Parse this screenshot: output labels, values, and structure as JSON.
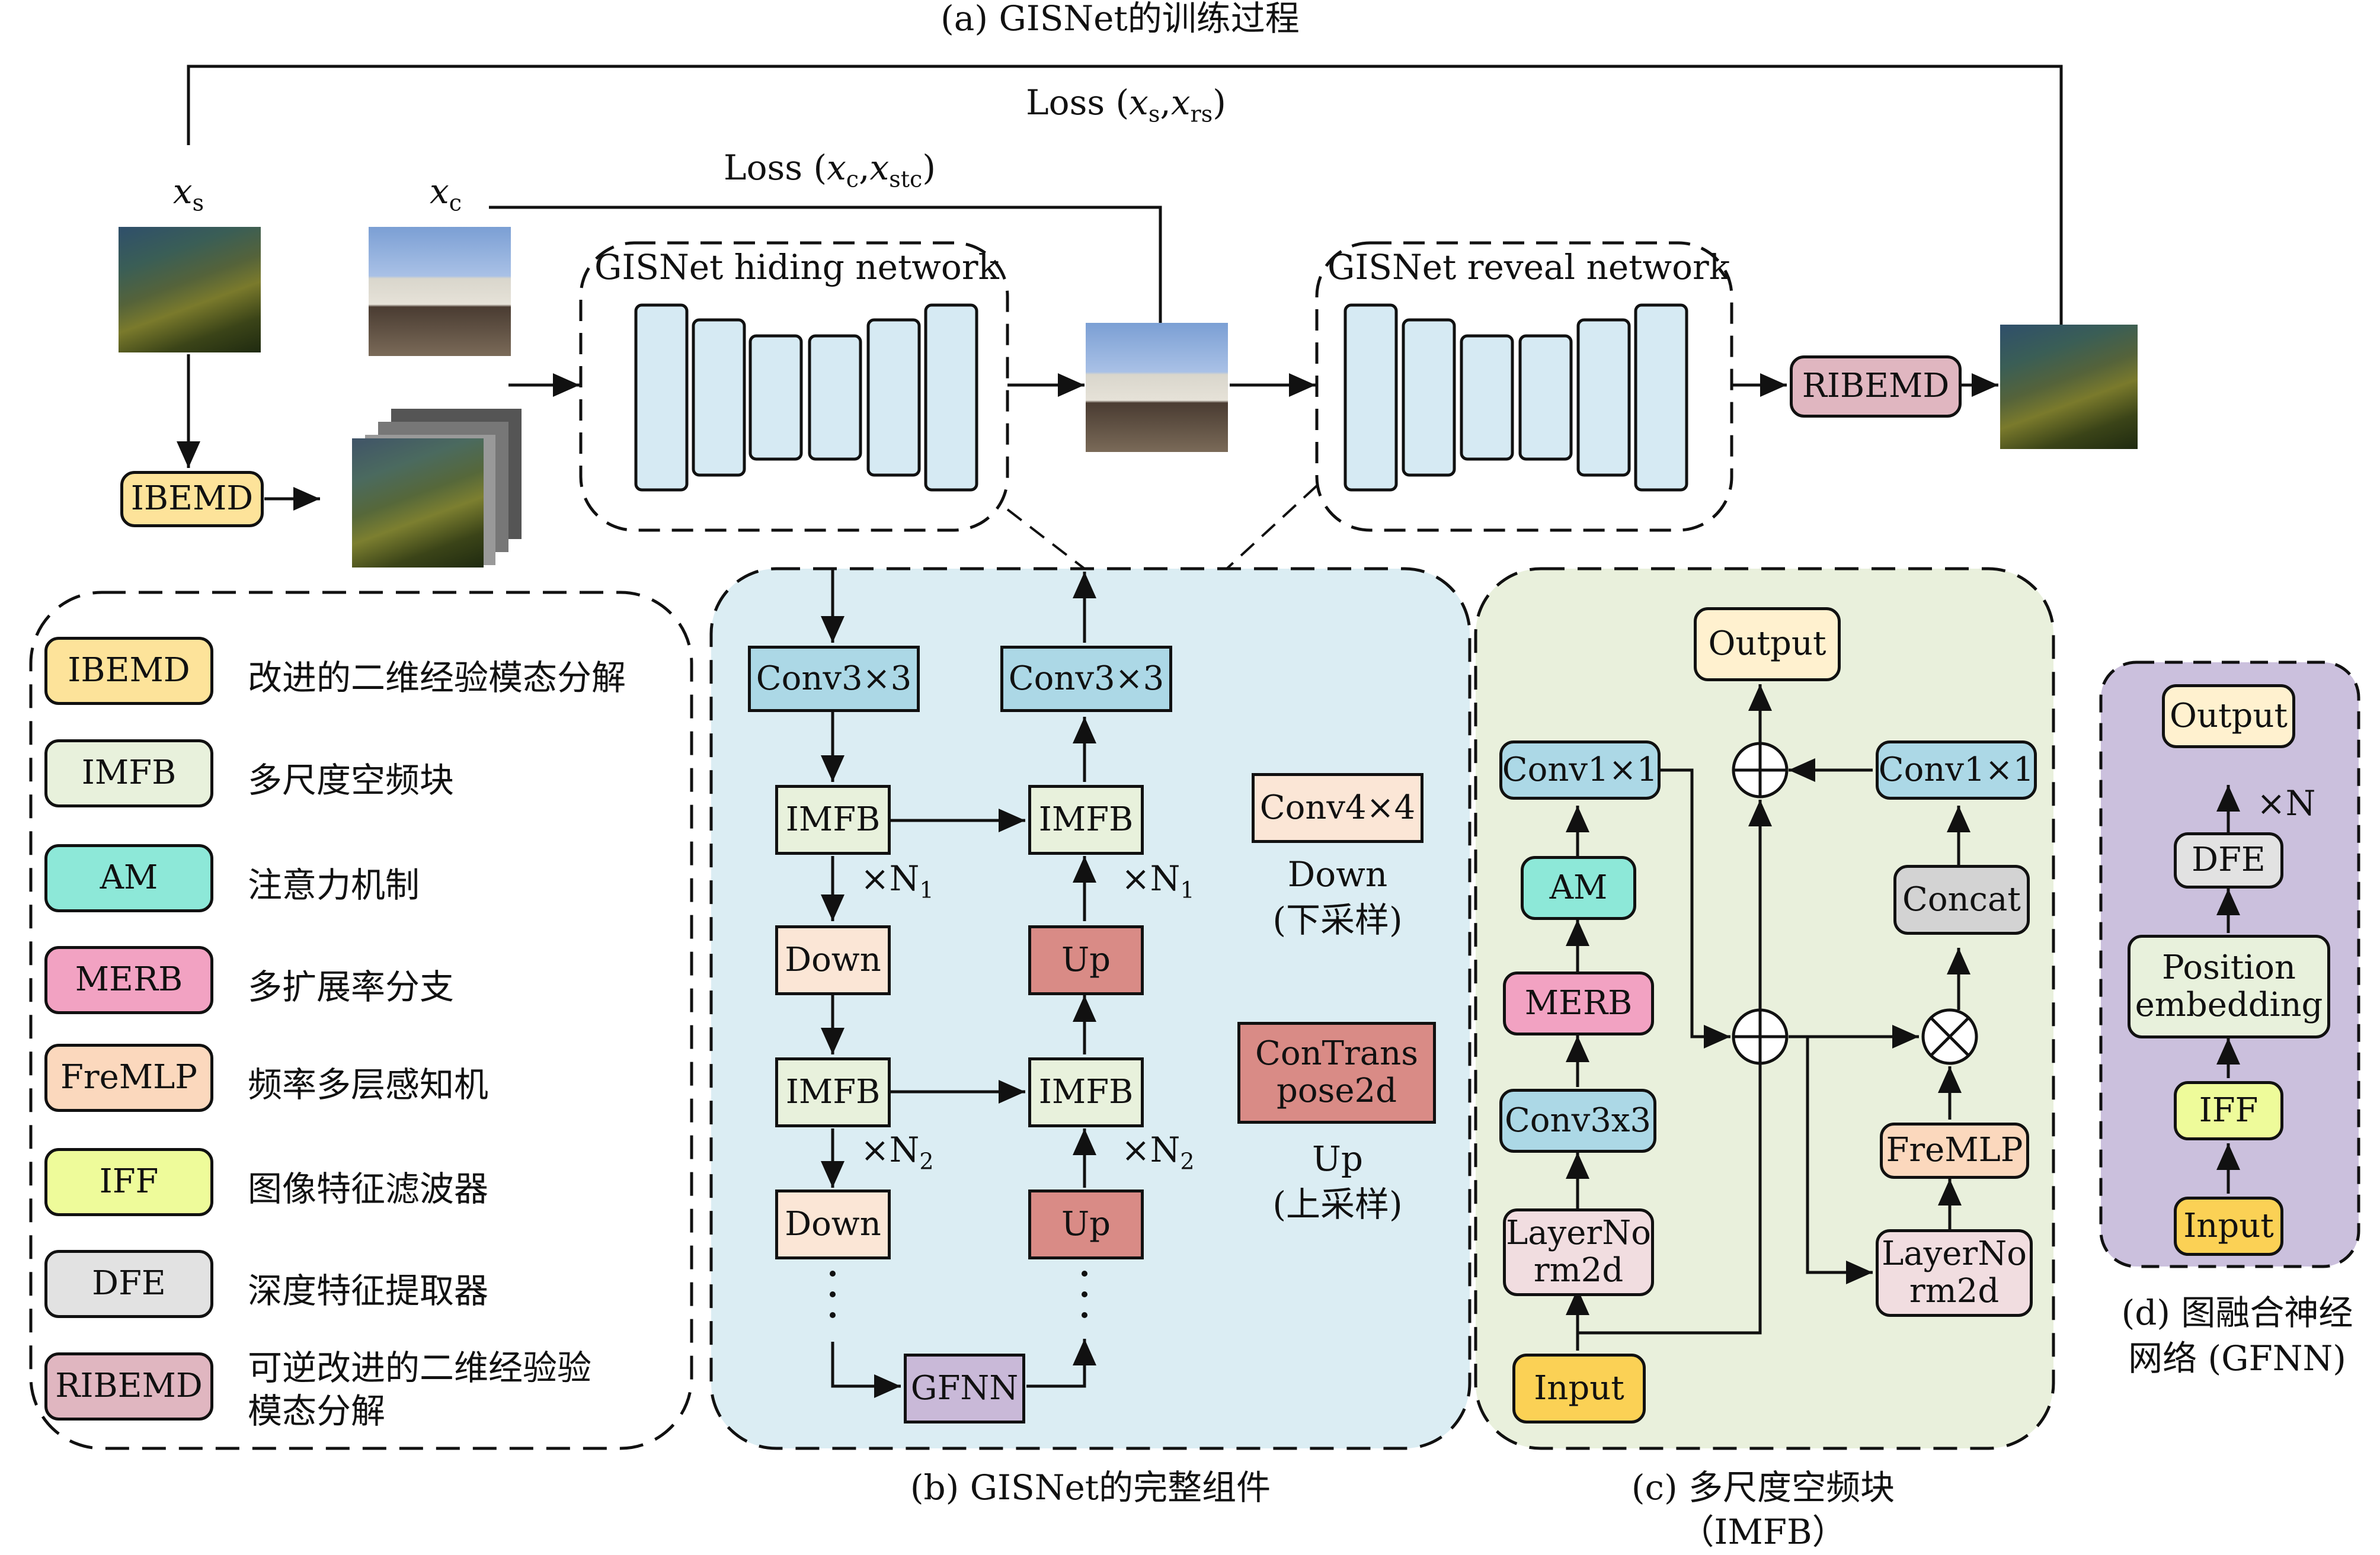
{
  "titles": {
    "a": "(a) GISNet的训练过程",
    "b": "(b) GISNet的完整组件",
    "c1": "(c)  多尺度空频块",
    "c2": "（IMFB）",
    "d1": "(d) 图融合神经",
    "d2": "网络 (GFNN)"
  },
  "panel_a": {
    "xs_var": "x",
    "xs_sub": "s",
    "xc_var": "x",
    "xc_sub": "c",
    "loss1_word": "Loss (",
    "loss1_a": "x",
    "loss1_a_sub": "s",
    "loss1_b": "x",
    "loss1_b_sub": "rs",
    "loss2_word": "Loss (",
    "loss2_a": "x",
    "loss2_a_sub": "c",
    "loss2_b": "x",
    "loss2_b_sub": "stc",
    "comma": ",",
    "close": ")",
    "hiding_label": "GISNet hiding network",
    "reveal_label": "GISNet reveal network",
    "ibemd": "IBEMD",
    "ribemd": "RIBEMD"
  },
  "legend": [
    {
      "abbr": "IBEMD",
      "desc": "改进的二维经验模态分解",
      "color": "#fde39a"
    },
    {
      "abbr": "IMFB",
      "desc": "多尺度空频块",
      "color": "#e8f1dc"
    },
    {
      "abbr": "AM",
      "desc": "注意力机制",
      "color": "#8de8d8"
    },
    {
      "abbr": "MERB",
      "desc": "多扩展率分支",
      "color": "#f2a2c2"
    },
    {
      "abbr": "FreMLP",
      "desc": "频率多层感知机",
      "color": "#fbd8bd"
    },
    {
      "abbr": "IFF",
      "desc": "图像特征滤波器",
      "color": "#eefb9a"
    },
    {
      "abbr": "DFE",
      "desc": "深度特征提取器",
      "color": "#e2e2e2"
    },
    {
      "abbr": "RIBEMD",
      "desc1": "可逆改进的二维经验验",
      "desc2": "模态分解",
      "color": "#e0b6c0"
    }
  ],
  "panel_b": {
    "conv_left": "Conv3×3",
    "conv_right": "Conv3×3",
    "imfb": "IMFB",
    "down": "Down",
    "up": "Up",
    "gfnn": "GFNN",
    "n1": "×N",
    "n1_sub": "1",
    "n2": "×N",
    "n2_sub": "2",
    "key_conv": "Conv4×4",
    "key_down1": "Down",
    "key_down2": "(下采样)",
    "key_up_box1": "ConTrans",
    "key_up_box2": "pose2d",
    "key_up1": "Up",
    "key_up2": "(上采样)"
  },
  "panel_c": {
    "output": "Output",
    "conv1_left": "Conv1×1",
    "conv1_right": "Conv1×1",
    "am": "AM",
    "merb": "MERB",
    "conv3": "Conv3x3",
    "ln1": "LayerNo",
    "ln2": "rm2d",
    "input": "Input",
    "concat": "Concat",
    "fremlp": "FreMLP"
  },
  "panel_d": {
    "output": "Output",
    "times_n": "×N",
    "dfe": "DFE",
    "pos1": "Position",
    "pos2": "embedding",
    "iff": "IFF",
    "input": "Input"
  },
  "colors": {
    "panel_b_bg": "#dbedf3",
    "panel_c_bg": "#e9f0dc",
    "panel_d_bg": "#cbc0dd",
    "unet_block": "#d6eaf3",
    "conv_blue": "#acd8e6",
    "imfb": "#e8f1dc",
    "down": "#fbe6d6",
    "up": "#d98b86",
    "gfnn": "#c9b9d8",
    "output": "#fff1cf",
    "input": "#fbd155",
    "concat": "#d3d3d3",
    "ln": "#f1dde0"
  },
  "icons": [
    "cover-image",
    "secret-image",
    "stego-image",
    "revealed-image",
    "decomposed-stack"
  ]
}
